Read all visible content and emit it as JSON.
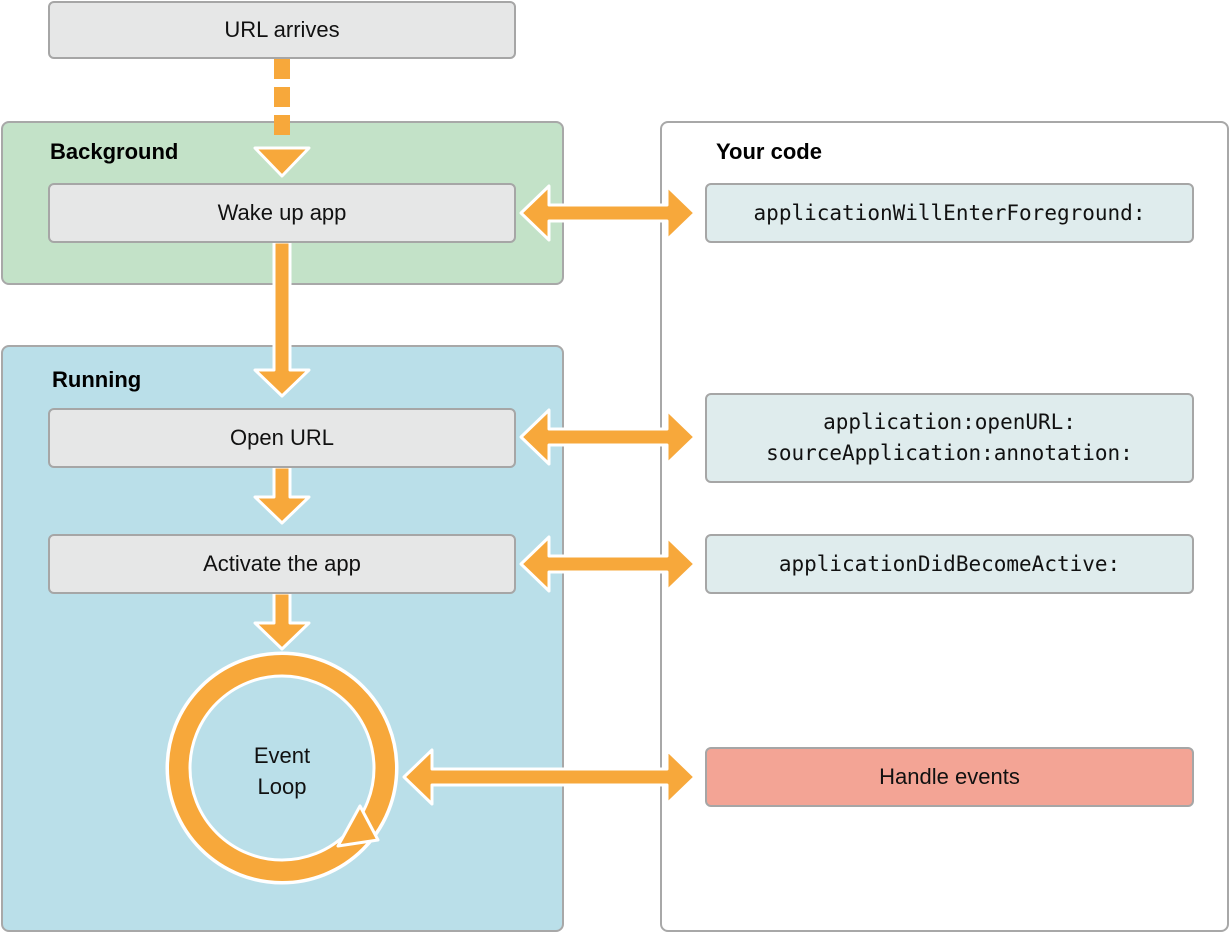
{
  "top": {
    "url_arrives": "URL arrives"
  },
  "background": {
    "title": "Background",
    "wake_up": "Wake up app"
  },
  "running": {
    "title": "Running",
    "open_url": "Open URL",
    "activate": "Activate the app",
    "event_loop_line1": "Event",
    "event_loop_line2": "Loop"
  },
  "your_code": {
    "title": "Your code",
    "will_enter_foreground": "applicationWillEnterForeground:",
    "open_url_line1": "application:openURL:",
    "open_url_line2": "sourceApplication:annotation:",
    "did_become_active": "applicationDidBecomeActive:",
    "handle_events": "Handle events"
  },
  "colors": {
    "arrow": "#f7a83b",
    "background_panel": "#c3e2c8",
    "running_panel": "#badfe9",
    "step_box": "#e6e7e7",
    "code_box": "#dfeced",
    "handle_events_box": "#f3a495"
  }
}
